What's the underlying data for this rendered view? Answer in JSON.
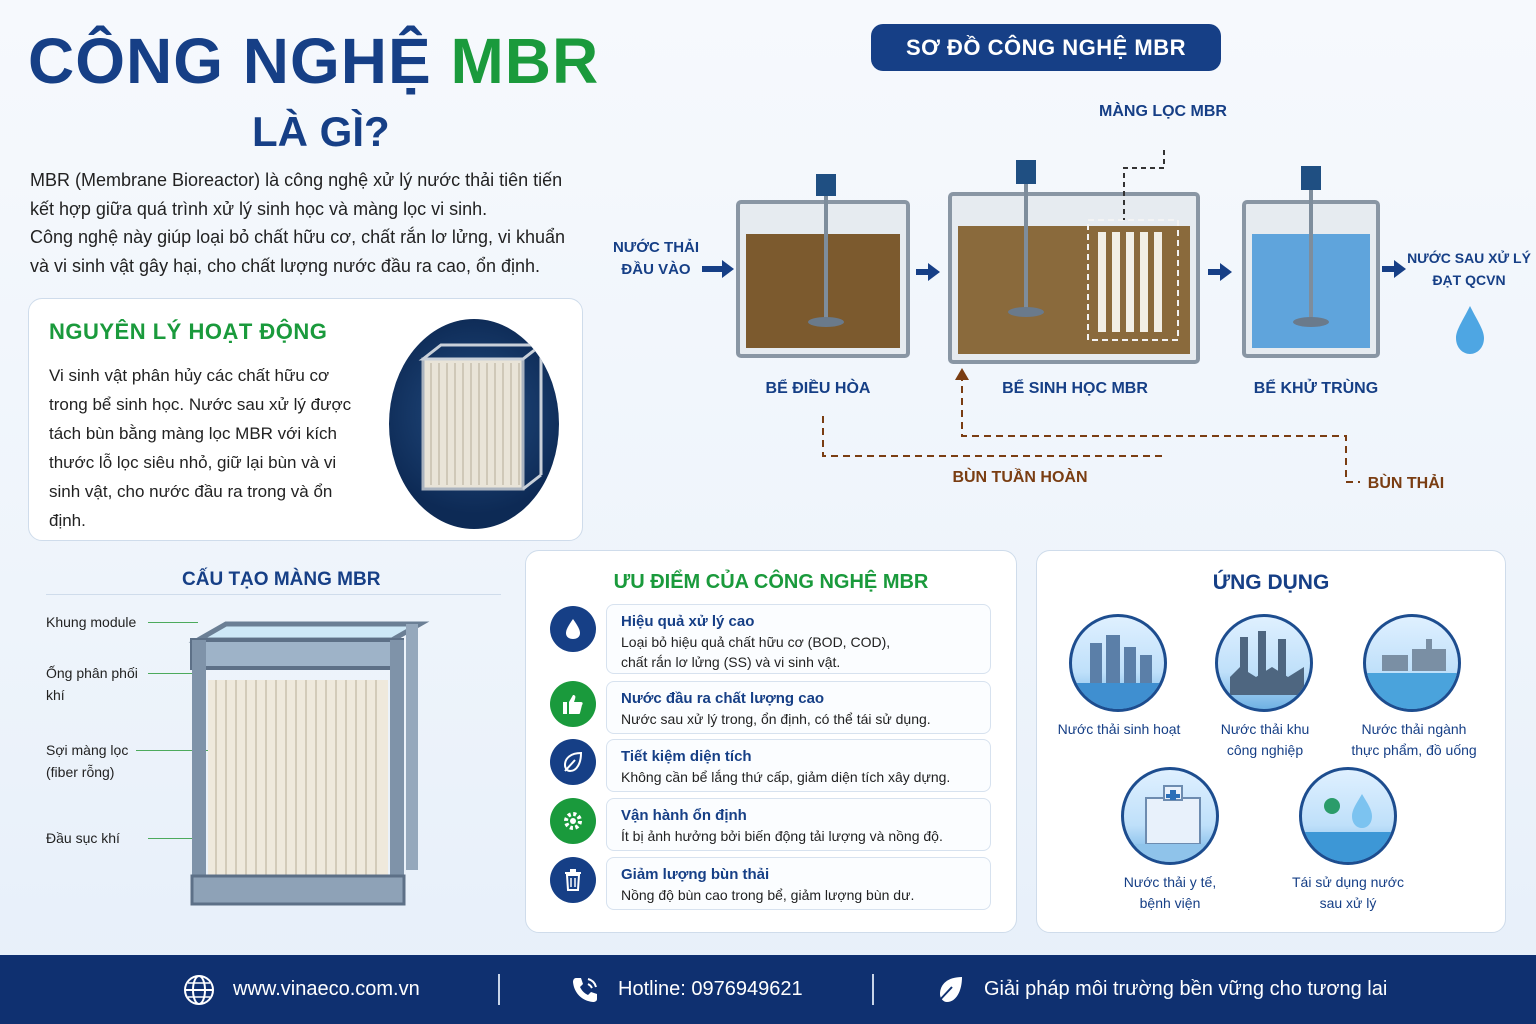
{
  "header": {
    "title_part1": "CÔNG NGHỆ ",
    "title_highlight": "MBR",
    "title_part2": "LÀ GÌ?"
  },
  "intro": {
    "line1": "MBR (Membrane Bioreactor) là công nghệ xử lý nước thải tiên tiến",
    "line2": "kết hợp giữa quá trình xử lý sinh học và màng lọc vi sinh.",
    "line3": "Công nghệ này giúp loại bỏ chất hữu cơ, chất rắn lơ lửng, vi khuẩn",
    "line4": "và vi sinh vật gây hại, cho chất lượng nước đầu ra cao, ổn định."
  },
  "principle": {
    "heading": "NGUYÊN LÝ HOẠT ĐỘNG",
    "text": "Vi sinh vật phân hủy các chất hữu cơ trong bể sinh học. Nước sau xử lý được tách bùn bằng màng lọc MBR với kích thước lỗ lọc siêu nhỏ, giữ lại bùn và vi sinh vật, cho nước đầu ra trong và ổn định."
  },
  "structure": {
    "heading": "CẤU TẠO MÀNG MBR",
    "labels": {
      "frame": "Khung module",
      "air_pipe_1": "Ống phân phối",
      "air_pipe_2": "khí",
      "fiber_1": "Sợi màng lọc",
      "fiber_2": "(fiber rỗng)",
      "diffuser": "Đầu sục khí"
    }
  },
  "schematic": {
    "heading": "SƠ ĐỒ CÔNG NGHỆ MBR",
    "membrane_label": "MÀNG LỌC MBR",
    "inlet_1": "NƯỚC THẢI",
    "inlet_2": "ĐẦU VÀO",
    "outlet_1": "NƯỚC SAU XỬ LÝ",
    "outlet_2": "ĐẠT QCVN",
    "tank_equalization": "BỂ ĐIỀU HÒA",
    "tank_bio": "BỂ SINH HỌC MBR",
    "tank_disinfection": "BỂ KHỬ TRÙNG",
    "return_sludge": "BÙN TUẦN HOÀN",
    "waste_sludge": "BÙN THẢI"
  },
  "advantages": {
    "heading": "ƯU ĐIỂM CỦA CÔNG NGHỆ MBR",
    "items": [
      {
        "title": "Hiệu quả xử lý cao",
        "desc1": "Loại bỏ hiệu quả chất hữu cơ (BOD, COD),",
        "desc2": "chất rắn lơ lửng (SS) và vi sinh vật.",
        "icon": "water-drop-icon"
      },
      {
        "title": "Nước đầu ra chất lượng cao",
        "desc1": "Nước sau xử lý trong, ổn định, có thể tái sử dụng.",
        "desc2": "",
        "icon": "thumbs-up-icon"
      },
      {
        "title": "Tiết kiệm diện tích",
        "desc1": "Không cần bể lắng thứ cấp, giảm diện tích xây dựng.",
        "desc2": "",
        "icon": "leaf-icon"
      },
      {
        "title": "Vận hành ổn định",
        "desc1": "Ít bị ảnh hưởng bởi biến động tải lượng và nồng độ.",
        "desc2": "",
        "icon": "gear-icon"
      },
      {
        "title": "Giảm lượng bùn thải",
        "desc1": "Nồng độ bùn cao trong bể, giảm lượng bùn dư.",
        "desc2": "",
        "icon": "trash-icon"
      }
    ]
  },
  "applications": {
    "heading": "ỨNG DỤNG",
    "items": [
      {
        "l1": "Nước thải sinh hoạt",
        "l2": ""
      },
      {
        "l1": "Nước thải khu",
        "l2": "công nghiệp"
      },
      {
        "l1": "Nước thải ngành",
        "l2": "thực phẩm, đồ uống"
      },
      {
        "l1": "Nước thải y tế,",
        "l2": "bệnh viện"
      },
      {
        "l1": "Tái sử dụng nước",
        "l2": "sau xử lý"
      }
    ]
  },
  "footer": {
    "website": "www.vinaeco.com.vn",
    "hotline": "Hotline: 0976949621",
    "slogan": "Giải pháp môi trường bền vững cho tương lai"
  },
  "colors": {
    "navy": "#163f86",
    "green": "#1a9a3c",
    "sludge_brown": "#7a3d12",
    "footer_bg": "#0f3070"
  }
}
